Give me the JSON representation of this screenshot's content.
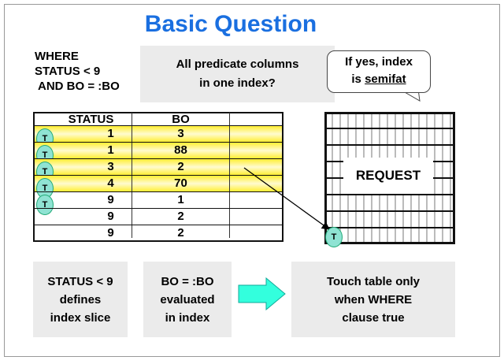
{
  "title": "Basic Question",
  "where_clause": [
    "WHERE",
    "STATUS < 9",
    "AND BO = :BO"
  ],
  "predicate_box": [
    "All predicate columns",
    "in one index?"
  ],
  "callout": {
    "line1": "If yes, index",
    "line2_prefix": "is ",
    "line2_underlined": "semifat"
  },
  "index_table": {
    "headers": [
      "STATUS",
      "BO",
      ""
    ],
    "rows": [
      {
        "status": "1",
        "bo": "3",
        "highlighted": true,
        "touch": true
      },
      {
        "status": "1",
        "bo": "88",
        "highlighted": true,
        "touch": true
      },
      {
        "status": "3",
        "bo": "2",
        "highlighted": true,
        "touch": true
      },
      {
        "status": "4",
        "bo": "70",
        "highlighted": true,
        "touch": true
      },
      {
        "status": "9",
        "bo": "1",
        "highlighted": false,
        "touch": true
      },
      {
        "status": "9",
        "bo": "2",
        "highlighted": false,
        "touch": false
      },
      {
        "status": "9",
        "bo": "2",
        "highlighted": false,
        "touch": false
      }
    ],
    "touch_marker": "T"
  },
  "table_label": "REQUEST",
  "table_touch_marker": "T",
  "bottom_boxes": [
    [
      "STATUS < 9",
      "defines",
      "index slice"
    ],
    [
      "BO = :BO",
      "evaluated",
      "in index"
    ],
    [
      "Touch table only",
      "when WHERE",
      "clause true"
    ]
  ],
  "colors": {
    "title": "#1a6fe0",
    "highlight": "#ffee33",
    "marker": "#8fe3d3",
    "arrow": "#33ffdd",
    "box": "#ebebeb"
  }
}
